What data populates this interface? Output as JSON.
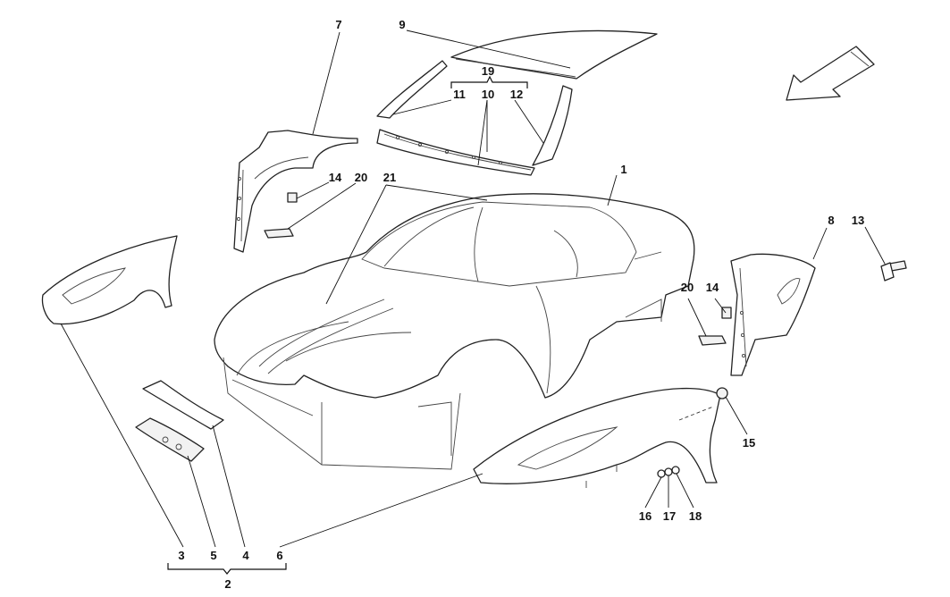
{
  "diagram": {
    "callouts": [
      {
        "id": "c1",
        "label": "1"
      },
      {
        "id": "c2",
        "label": "2"
      },
      {
        "id": "c3",
        "label": "3"
      },
      {
        "id": "c4",
        "label": "4"
      },
      {
        "id": "c5",
        "label": "5"
      },
      {
        "id": "c6",
        "label": "6"
      },
      {
        "id": "c7",
        "label": "7"
      },
      {
        "id": "c8",
        "label": "8"
      },
      {
        "id": "c9",
        "label": "9"
      },
      {
        "id": "c10",
        "label": "10"
      },
      {
        "id": "c11",
        "label": "11"
      },
      {
        "id": "c12",
        "label": "12"
      },
      {
        "id": "c13",
        "label": "13"
      },
      {
        "id": "c14a",
        "label": "14"
      },
      {
        "id": "c14b",
        "label": "14"
      },
      {
        "id": "c15",
        "label": "15"
      },
      {
        "id": "c16",
        "label": "16"
      },
      {
        "id": "c17",
        "label": "17"
      },
      {
        "id": "c18",
        "label": "18"
      },
      {
        "id": "c19",
        "label": "19"
      },
      {
        "id": "c20a",
        "label": "20"
      },
      {
        "id": "c20b",
        "label": "20"
      },
      {
        "id": "c21",
        "label": "21"
      }
    ]
  }
}
